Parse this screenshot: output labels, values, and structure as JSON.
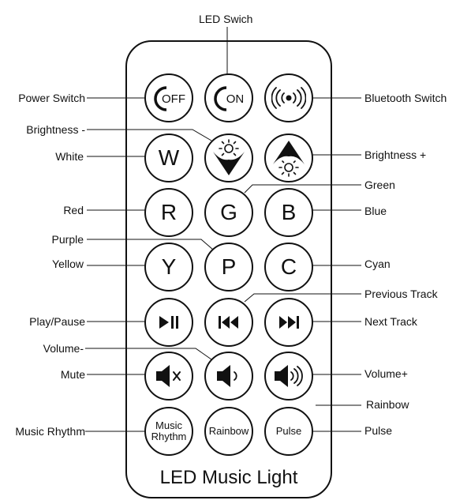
{
  "remote": {
    "title": "LED Music Light",
    "buttons": {
      "off": "OFF",
      "on": "ON",
      "white": "W",
      "red": "R",
      "green": "G",
      "blue": "B",
      "yellow": "Y",
      "purple": "P",
      "cyan": "C",
      "music_rhythm_line1": "Music",
      "music_rhythm_line2": "Rhythm",
      "rainbow": "Rainbow",
      "pulse": "Pulse"
    }
  },
  "labels": {
    "led_switch": "LED Swich",
    "power_switch": "Power Switch",
    "bluetooth_switch": "Bluetooth Switch",
    "brightness_minus": "Brightness -",
    "brightness_plus": "Brightness +",
    "white": "White",
    "green": "Green",
    "red": "Red",
    "blue": "Blue",
    "purple": "Purple",
    "yellow": "Yellow",
    "cyan": "Cyan",
    "previous_track": "Previous Track",
    "play_pause": "Play/Pause",
    "next_track": "Next Track",
    "volume_minus": "Volume-",
    "mute": "Mute",
    "volume_plus": "Volume+",
    "rainbow": "Rainbow",
    "music_rhythm": "Music Rhythm",
    "pulse": "Pulse"
  },
  "icons": {
    "bluetooth": "broadcast-icon",
    "brightness_minus": "brightness-down-icon",
    "brightness_plus": "brightness-up-icon",
    "play_pause": "play-pause-icon",
    "previous": "previous-track-icon",
    "next": "next-track-icon",
    "mute": "mute-icon",
    "volume_minus": "volume-down-icon",
    "volume_plus": "volume-up-icon"
  },
  "colors": {
    "ink": "#111111",
    "background": "#ffffff"
  }
}
